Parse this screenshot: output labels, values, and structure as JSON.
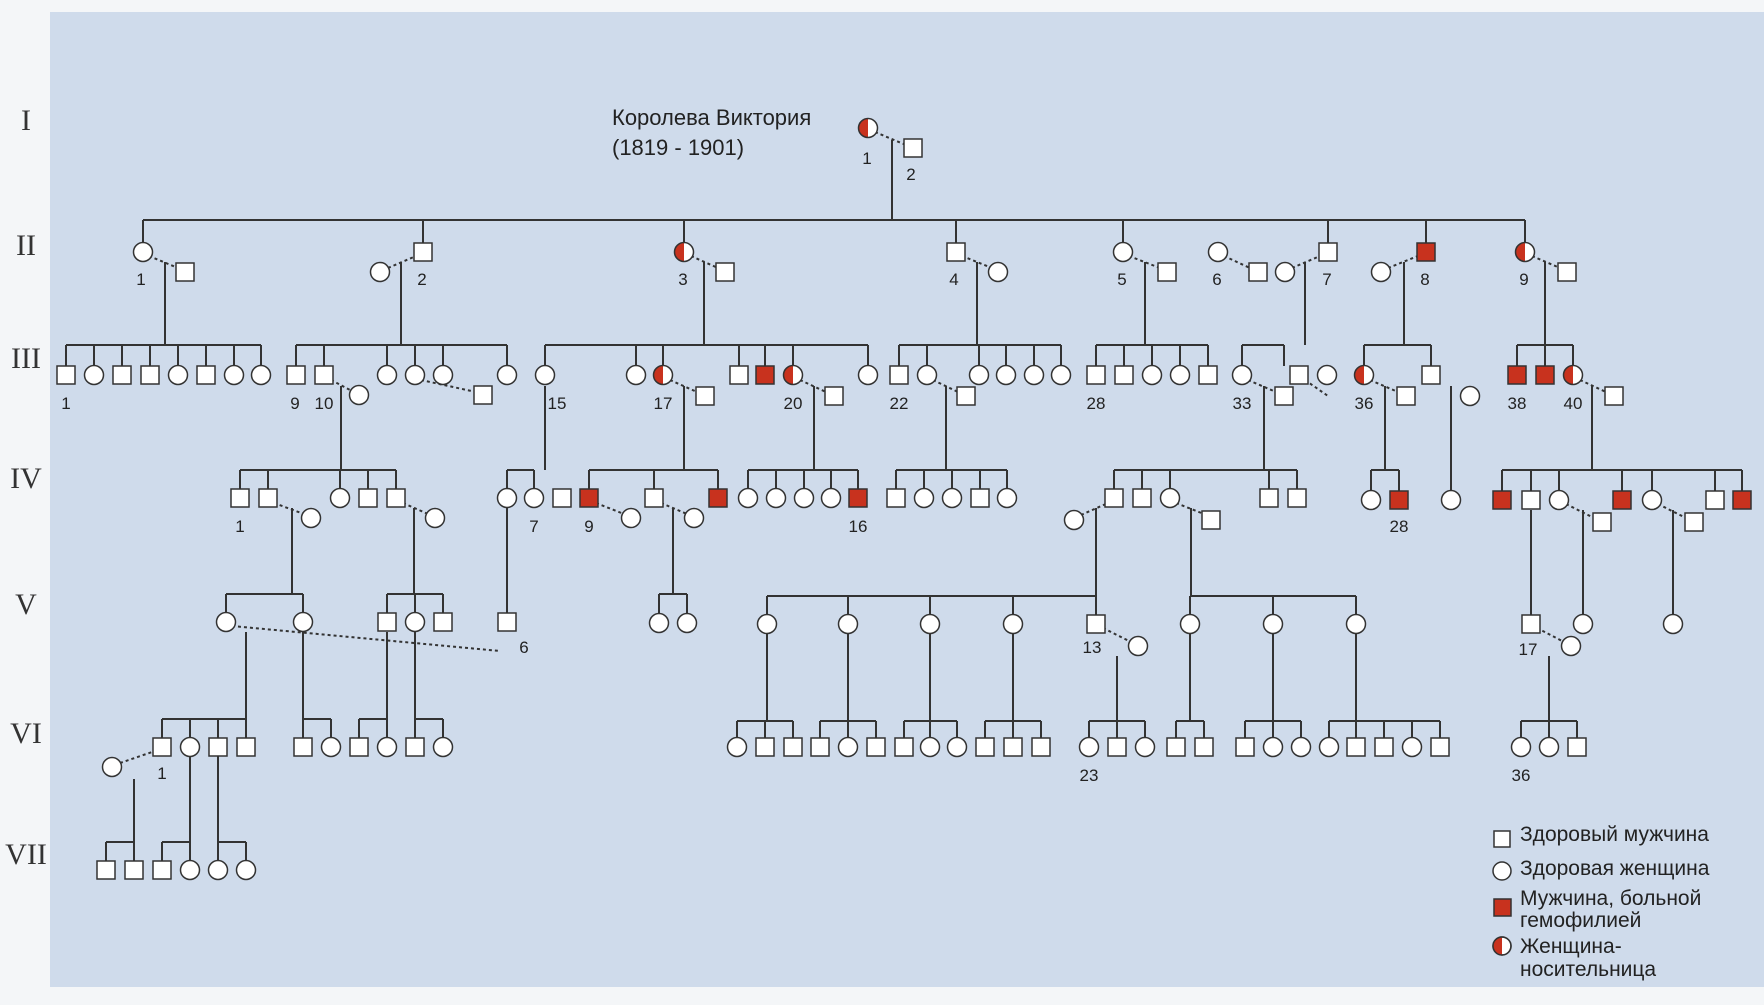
{
  "title": {
    "line1": "Королева Виктория",
    "line2": "(1819 - 1901)"
  },
  "generations": [
    "I",
    "II",
    "III",
    "IV",
    "V",
    "VI",
    "VII"
  ],
  "legend": {
    "healthy_male": "Здоровый мужчина",
    "healthy_female": "Здоровая женщина",
    "affected_male_1": "Мужчина, больной",
    "affected_male_2": "гемофилией",
    "carrier_female_1": "Женщина-",
    "carrier_female_2": "носительница"
  },
  "colors": {
    "panel": "#cfdbeb",
    "affected": "#c8321e",
    "line": "#333333"
  },
  "icons": {
    "healthy_male": "open-square",
    "healthy_female": "open-circle",
    "affected_male": "filled-red-square",
    "carrier_female": "half-red-circle"
  },
  "labels": {
    "I": [
      "1",
      "2"
    ],
    "II": [
      "1",
      "2",
      "3",
      "4",
      "5",
      "6",
      "7",
      "8",
      "9"
    ],
    "III": [
      "1",
      "9",
      "10",
      "15",
      "17",
      "20",
      "22",
      "28",
      "33",
      "36",
      "38",
      "40"
    ],
    "IV": [
      "1",
      "7",
      "9",
      "16",
      "28"
    ],
    "V": [
      "6",
      "13",
      "17"
    ],
    "VI": [
      "1",
      "23",
      "36"
    ]
  }
}
